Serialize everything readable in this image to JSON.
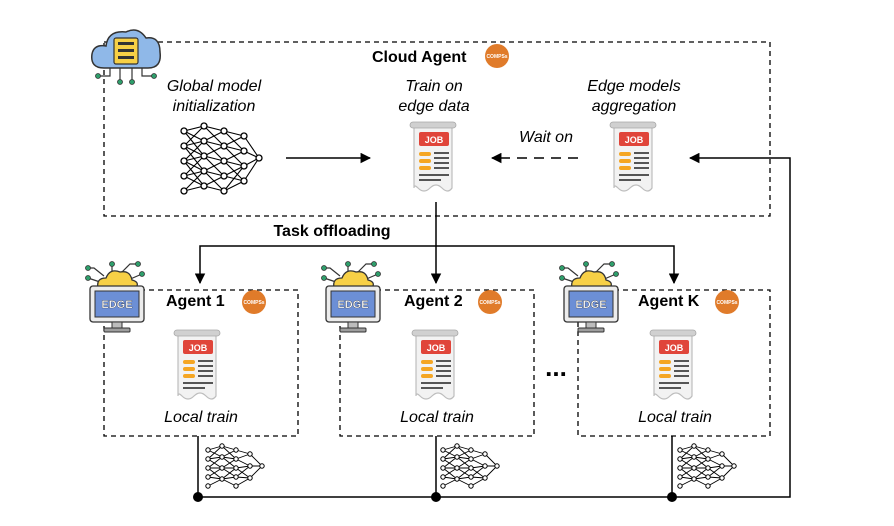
{
  "cloud": {
    "title": "Cloud Agent",
    "badge": "COMPSs",
    "step_init_line1": "Global model",
    "step_init_line2": "initialization",
    "step_train_line1": "Train on",
    "step_train_line2": "edge data",
    "step_agg_line1": "Edge models",
    "step_agg_line2": "aggregation",
    "wait_label": "Wait on",
    "job_label": "JOB"
  },
  "offload_label": "Task offloading",
  "ellipsis": "...",
  "edge_agents": [
    {
      "title": "Agent 1",
      "badge": "COMPSs",
      "device_label": "EDGE",
      "job_label": "JOB",
      "task": "Local train"
    },
    {
      "title": "Agent 2",
      "badge": "COMPSs",
      "device_label": "EDGE",
      "job_label": "JOB",
      "task": "Local train"
    },
    {
      "title": "Agent K",
      "badge": "COMPSs",
      "device_label": "EDGE",
      "job_label": "JOB",
      "task": "Local train"
    }
  ],
  "colors": {
    "badge": "#E07B2A",
    "job_red": "#E0453A",
    "job_orange": "#F5A623",
    "paper": "#F2F2F2",
    "screen_blue": "#6C8FD6",
    "cloud_yellow": "#F7D046",
    "server_blue": "#8FB8E8"
  },
  "icons": [
    "cloud-server-icon",
    "neural-network-icon",
    "job-document-icon",
    "edge-device-icon",
    "compss-badge-icon"
  ]
}
